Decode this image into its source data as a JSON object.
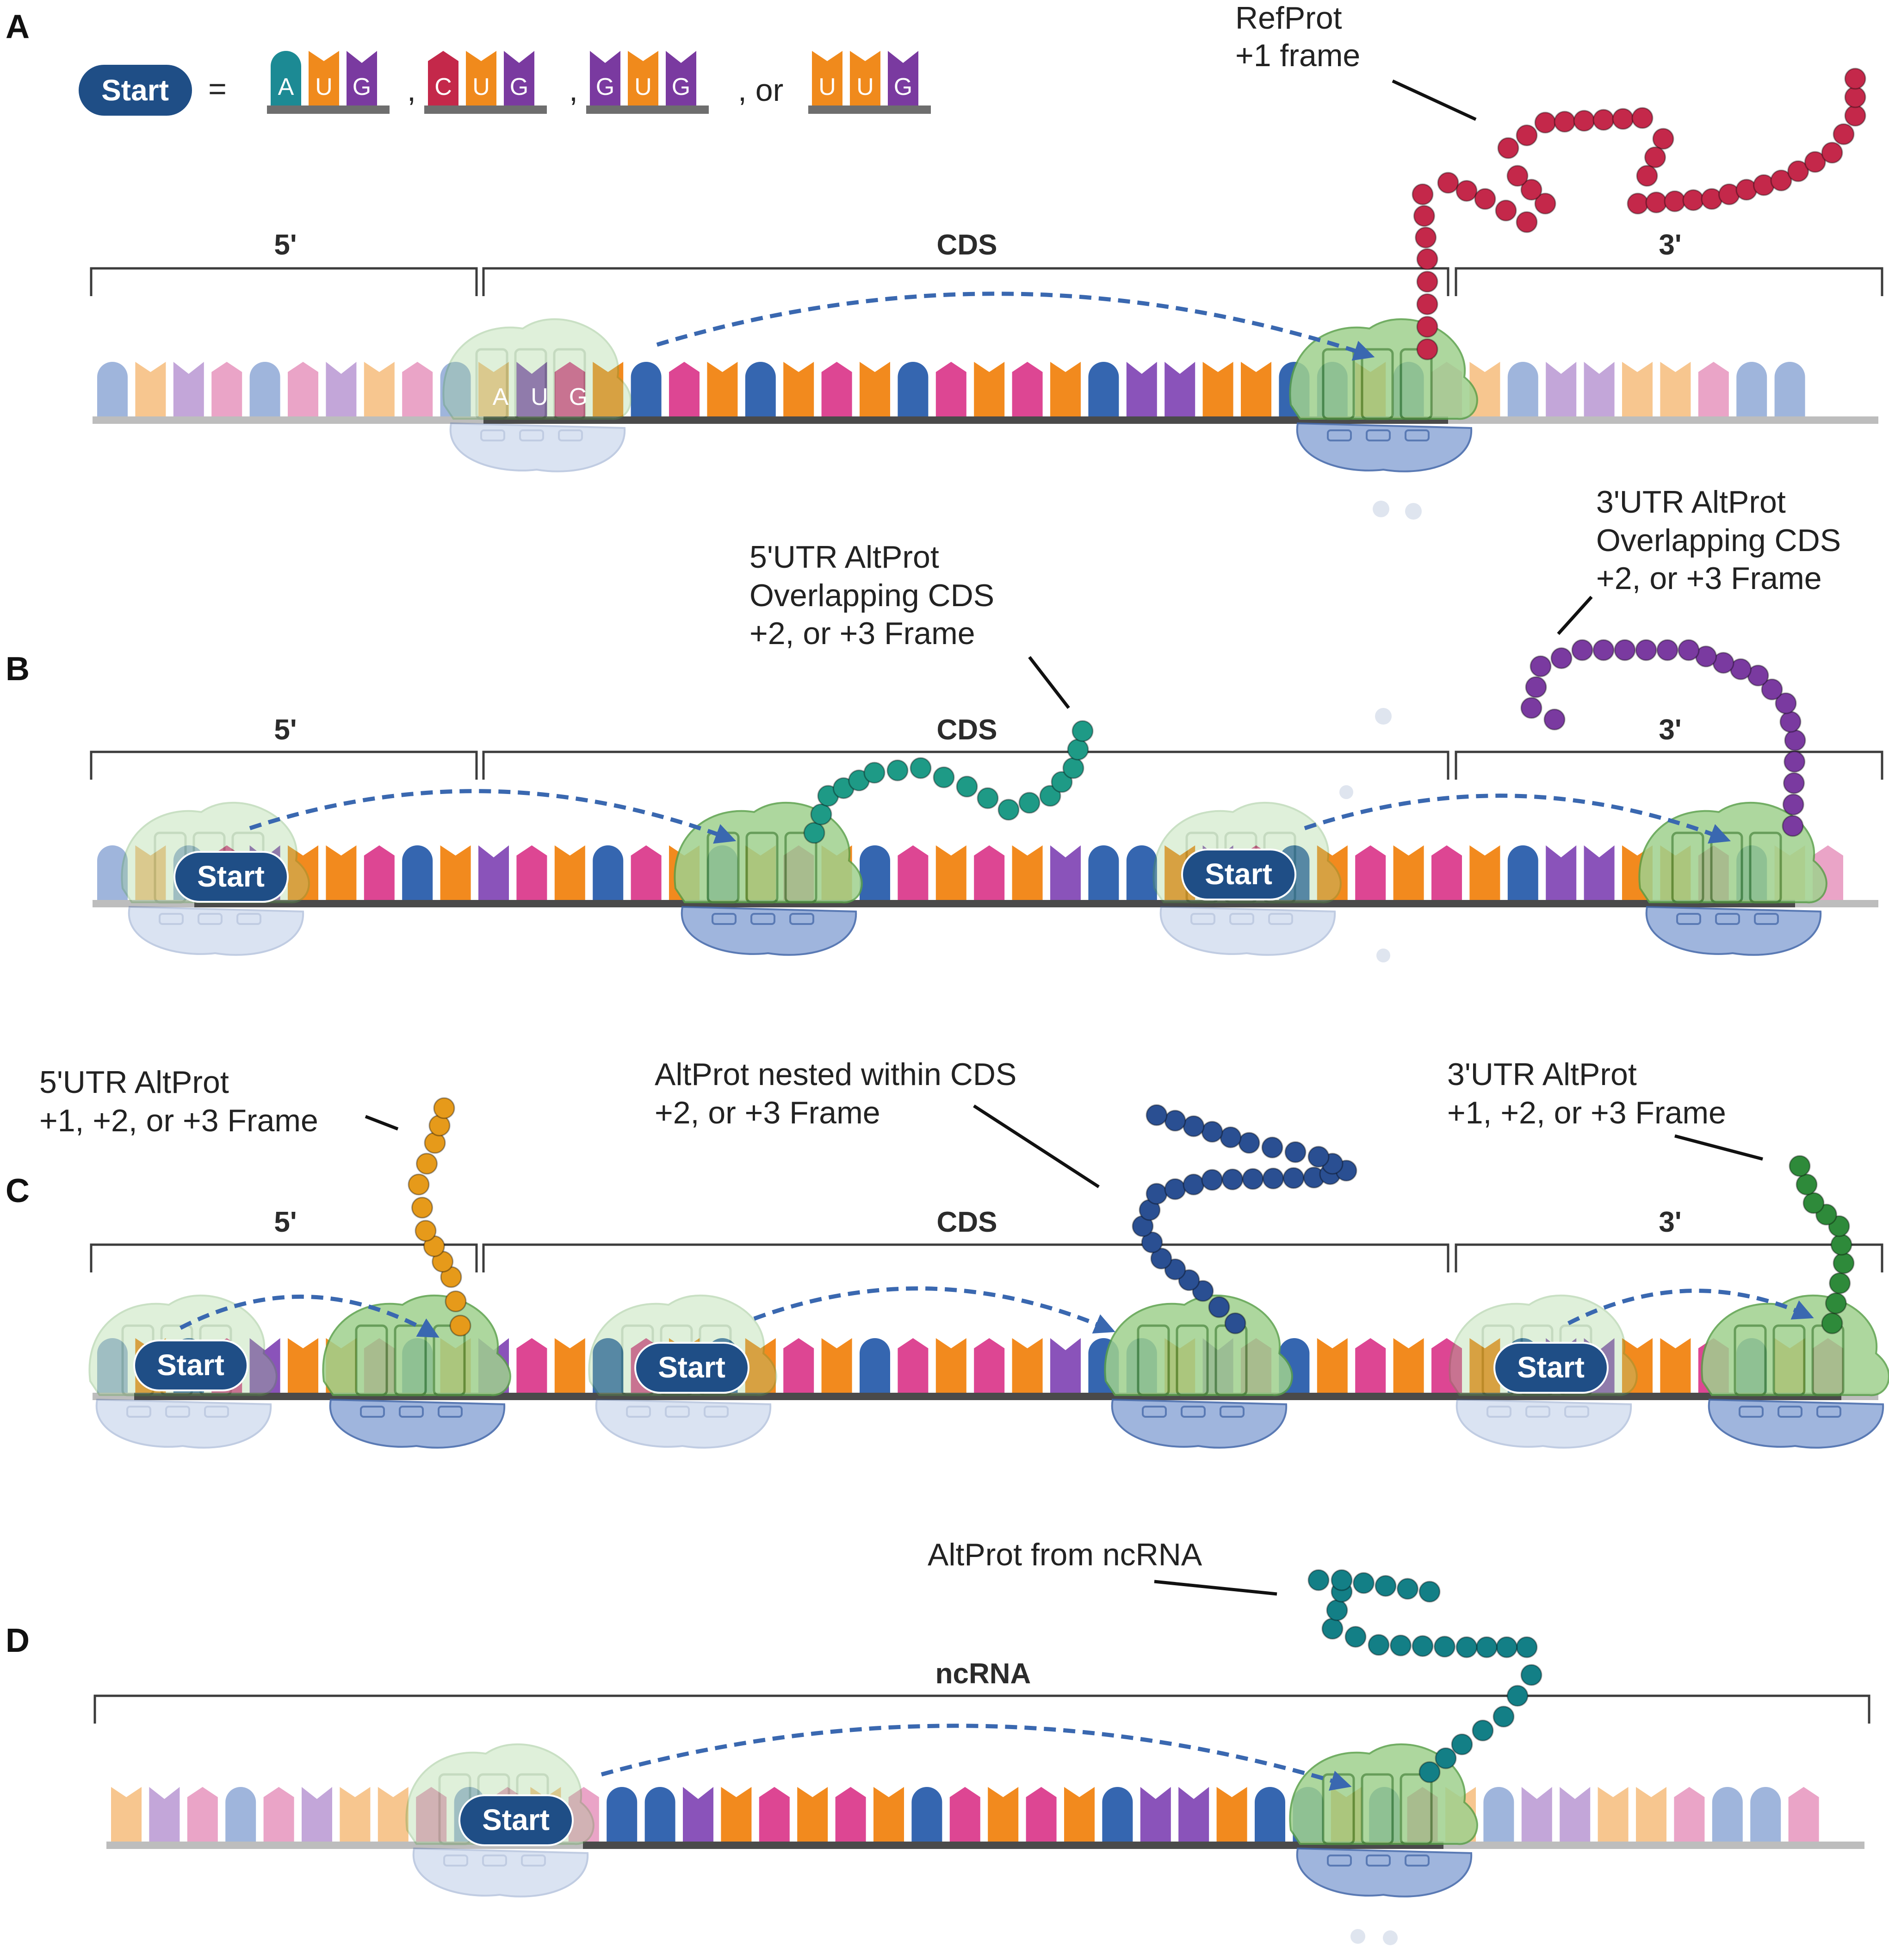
{
  "legend": {
    "start_label": "Start",
    "equals": "=",
    "codons": [
      {
        "bases": [
          "A",
          "U",
          "G"
        ],
        "colors": [
          "#1c8a94",
          "#f08a1c",
          "#7a3aa0"
        ]
      },
      {
        "bases": [
          "C",
          "U",
          "G"
        ],
        "colors": [
          "#c4284a",
          "#f08a1c",
          "#7a3aa0"
        ]
      },
      {
        "bases": [
          "G",
          "U",
          "G"
        ],
        "colors": [
          "#7a3aa0",
          "#f08a1c",
          "#7a3aa0"
        ]
      },
      {
        "bases": [
          "U",
          "U",
          "G"
        ],
        "colors": [
          "#f08a1c",
          "#f08a1c",
          "#7a3aa0"
        ]
      }
    ],
    "separators": [
      ",",
      ",",
      ", or"
    ]
  },
  "colors": {
    "orange": "#f28a1e",
    "pink": "#dd4693",
    "blue": "#3566b0",
    "purple": "#8a53ba",
    "mrna_backbone": "#4a4a4a",
    "mrna_light": "#bdbdbd",
    "ribosome_large": "#9fd18e",
    "ribosome_small": "#8fa9d8",
    "dashed_arrow": "#3a68b0",
    "start_pill": "#1f4e86"
  },
  "panels": [
    {
      "letter": "A",
      "regions": {
        "five": "5'",
        "cds": "CDS",
        "three": "3'"
      },
      "codon_text": [
        "A",
        "U",
        "G"
      ],
      "callouts": [
        {
          "lines": [
            "RefProt",
            "+1 frame"
          ],
          "protein_color": "#c4284a"
        }
      ]
    },
    {
      "letter": "B",
      "regions": {
        "five": "5'",
        "cds": "CDS",
        "three": "3'"
      },
      "starts": [
        "Start",
        "Start"
      ],
      "callouts": [
        {
          "lines": [
            "5'UTR AltProt",
            "Overlapping CDS",
            "+2, or +3 Frame"
          ],
          "protein_color": "#1e9a86"
        },
        {
          "lines": [
            "3'UTR AltProt",
            "Overlapping CDS",
            "+2, or +3 Frame"
          ],
          "protein_color": "#7a3aa0"
        }
      ]
    },
    {
      "letter": "C",
      "regions": {
        "five": "5'",
        "cds": "CDS",
        "three": "3'"
      },
      "starts": [
        "Start",
        "Start",
        "Start"
      ],
      "callouts": [
        {
          "lines": [
            "5'UTR AltProt",
            "+1, +2, or +3 Frame"
          ],
          "protein_color": "#e69a1a"
        },
        {
          "lines": [
            "AltProt nested within CDS",
            "+2, or +3 Frame"
          ],
          "protein_color": "#2a4f92"
        },
        {
          "lines": [
            "3'UTR AltProt",
            "+1, +2, or +3 Frame"
          ],
          "protein_color": "#2e8a3a"
        }
      ]
    },
    {
      "letter": "D",
      "regions": {
        "full": "ncRNA"
      },
      "starts": [
        "Start"
      ],
      "callouts": [
        {
          "lines": [
            "AltProt from ncRNA"
          ],
          "protein_color": "#137f86"
        }
      ]
    }
  ]
}
